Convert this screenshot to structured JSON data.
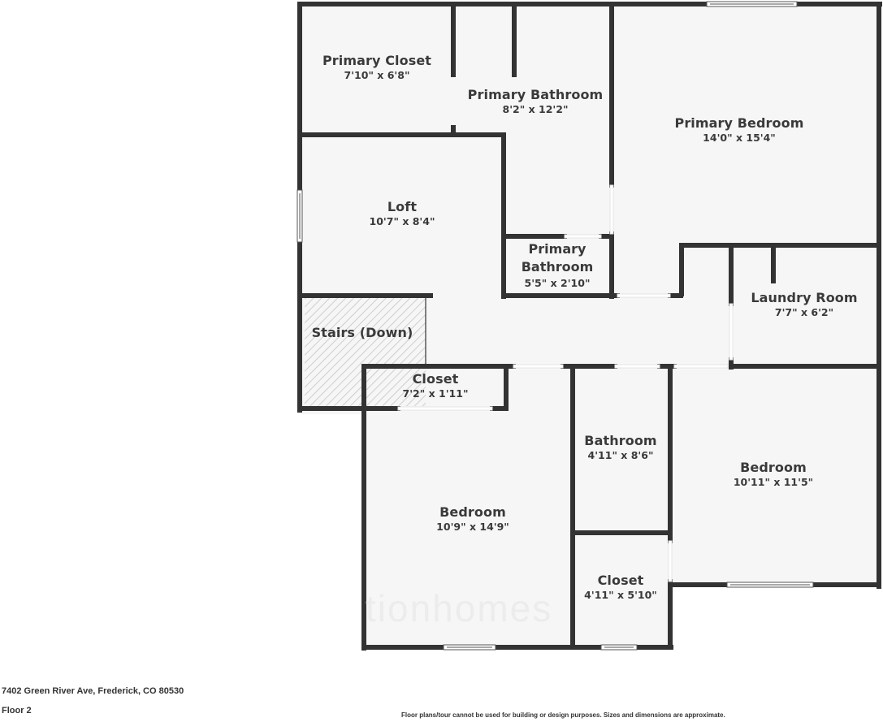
{
  "floorplan": {
    "floor": "Floor 2",
    "address": "7402 Green River Ave, Frederick, CO 80530",
    "disclaimer": "Floor plans/tour cannot be used for building or design purposes. Sizes and dimensions are approximate.",
    "watermark": "tionhomes",
    "colors": {
      "wall": "#333333",
      "floor": "#f6f6f6",
      "background": "#ffffff",
      "text": "#3a3a3a",
      "stair_hatch": "#c8c8c8"
    },
    "rooms": [
      {
        "id": "primary-closet",
        "name": "Primary Closet",
        "dimensions": "7'10\" x 6'8\""
      },
      {
        "id": "primary-bathroom",
        "name": "Primary Bathroom",
        "dimensions": "8'2\" x 12'2\""
      },
      {
        "id": "primary-bedroom",
        "name": "Primary Bedroom",
        "dimensions": "14'0\" x 15'4\""
      },
      {
        "id": "loft",
        "name": "Loft",
        "dimensions": "10'7\" x 8'4\""
      },
      {
        "id": "primary-bathroom-2",
        "name_line1": "Primary",
        "name_line2": "Bathroom",
        "dimensions": "5'5\" x 2'10\""
      },
      {
        "id": "laundry-room",
        "name": "Laundry Room",
        "dimensions": "7'7\" x 6'2\""
      },
      {
        "id": "stairs",
        "name": "Stairs (Down)"
      },
      {
        "id": "closet-hall",
        "name": "Closet",
        "dimensions": "7'2\" x 1'11\""
      },
      {
        "id": "bathroom",
        "name": "Bathroom",
        "dimensions": "4'11\" x 8'6\""
      },
      {
        "id": "bedroom-2",
        "name": "Bedroom",
        "dimensions": "10'11\" x 11'5\""
      },
      {
        "id": "bedroom-1",
        "name": "Bedroom",
        "dimensions": "10'9\" x 14'9\""
      },
      {
        "id": "closet-small",
        "name": "Closet",
        "dimensions": "4'11\" x 5'10\""
      }
    ]
  }
}
